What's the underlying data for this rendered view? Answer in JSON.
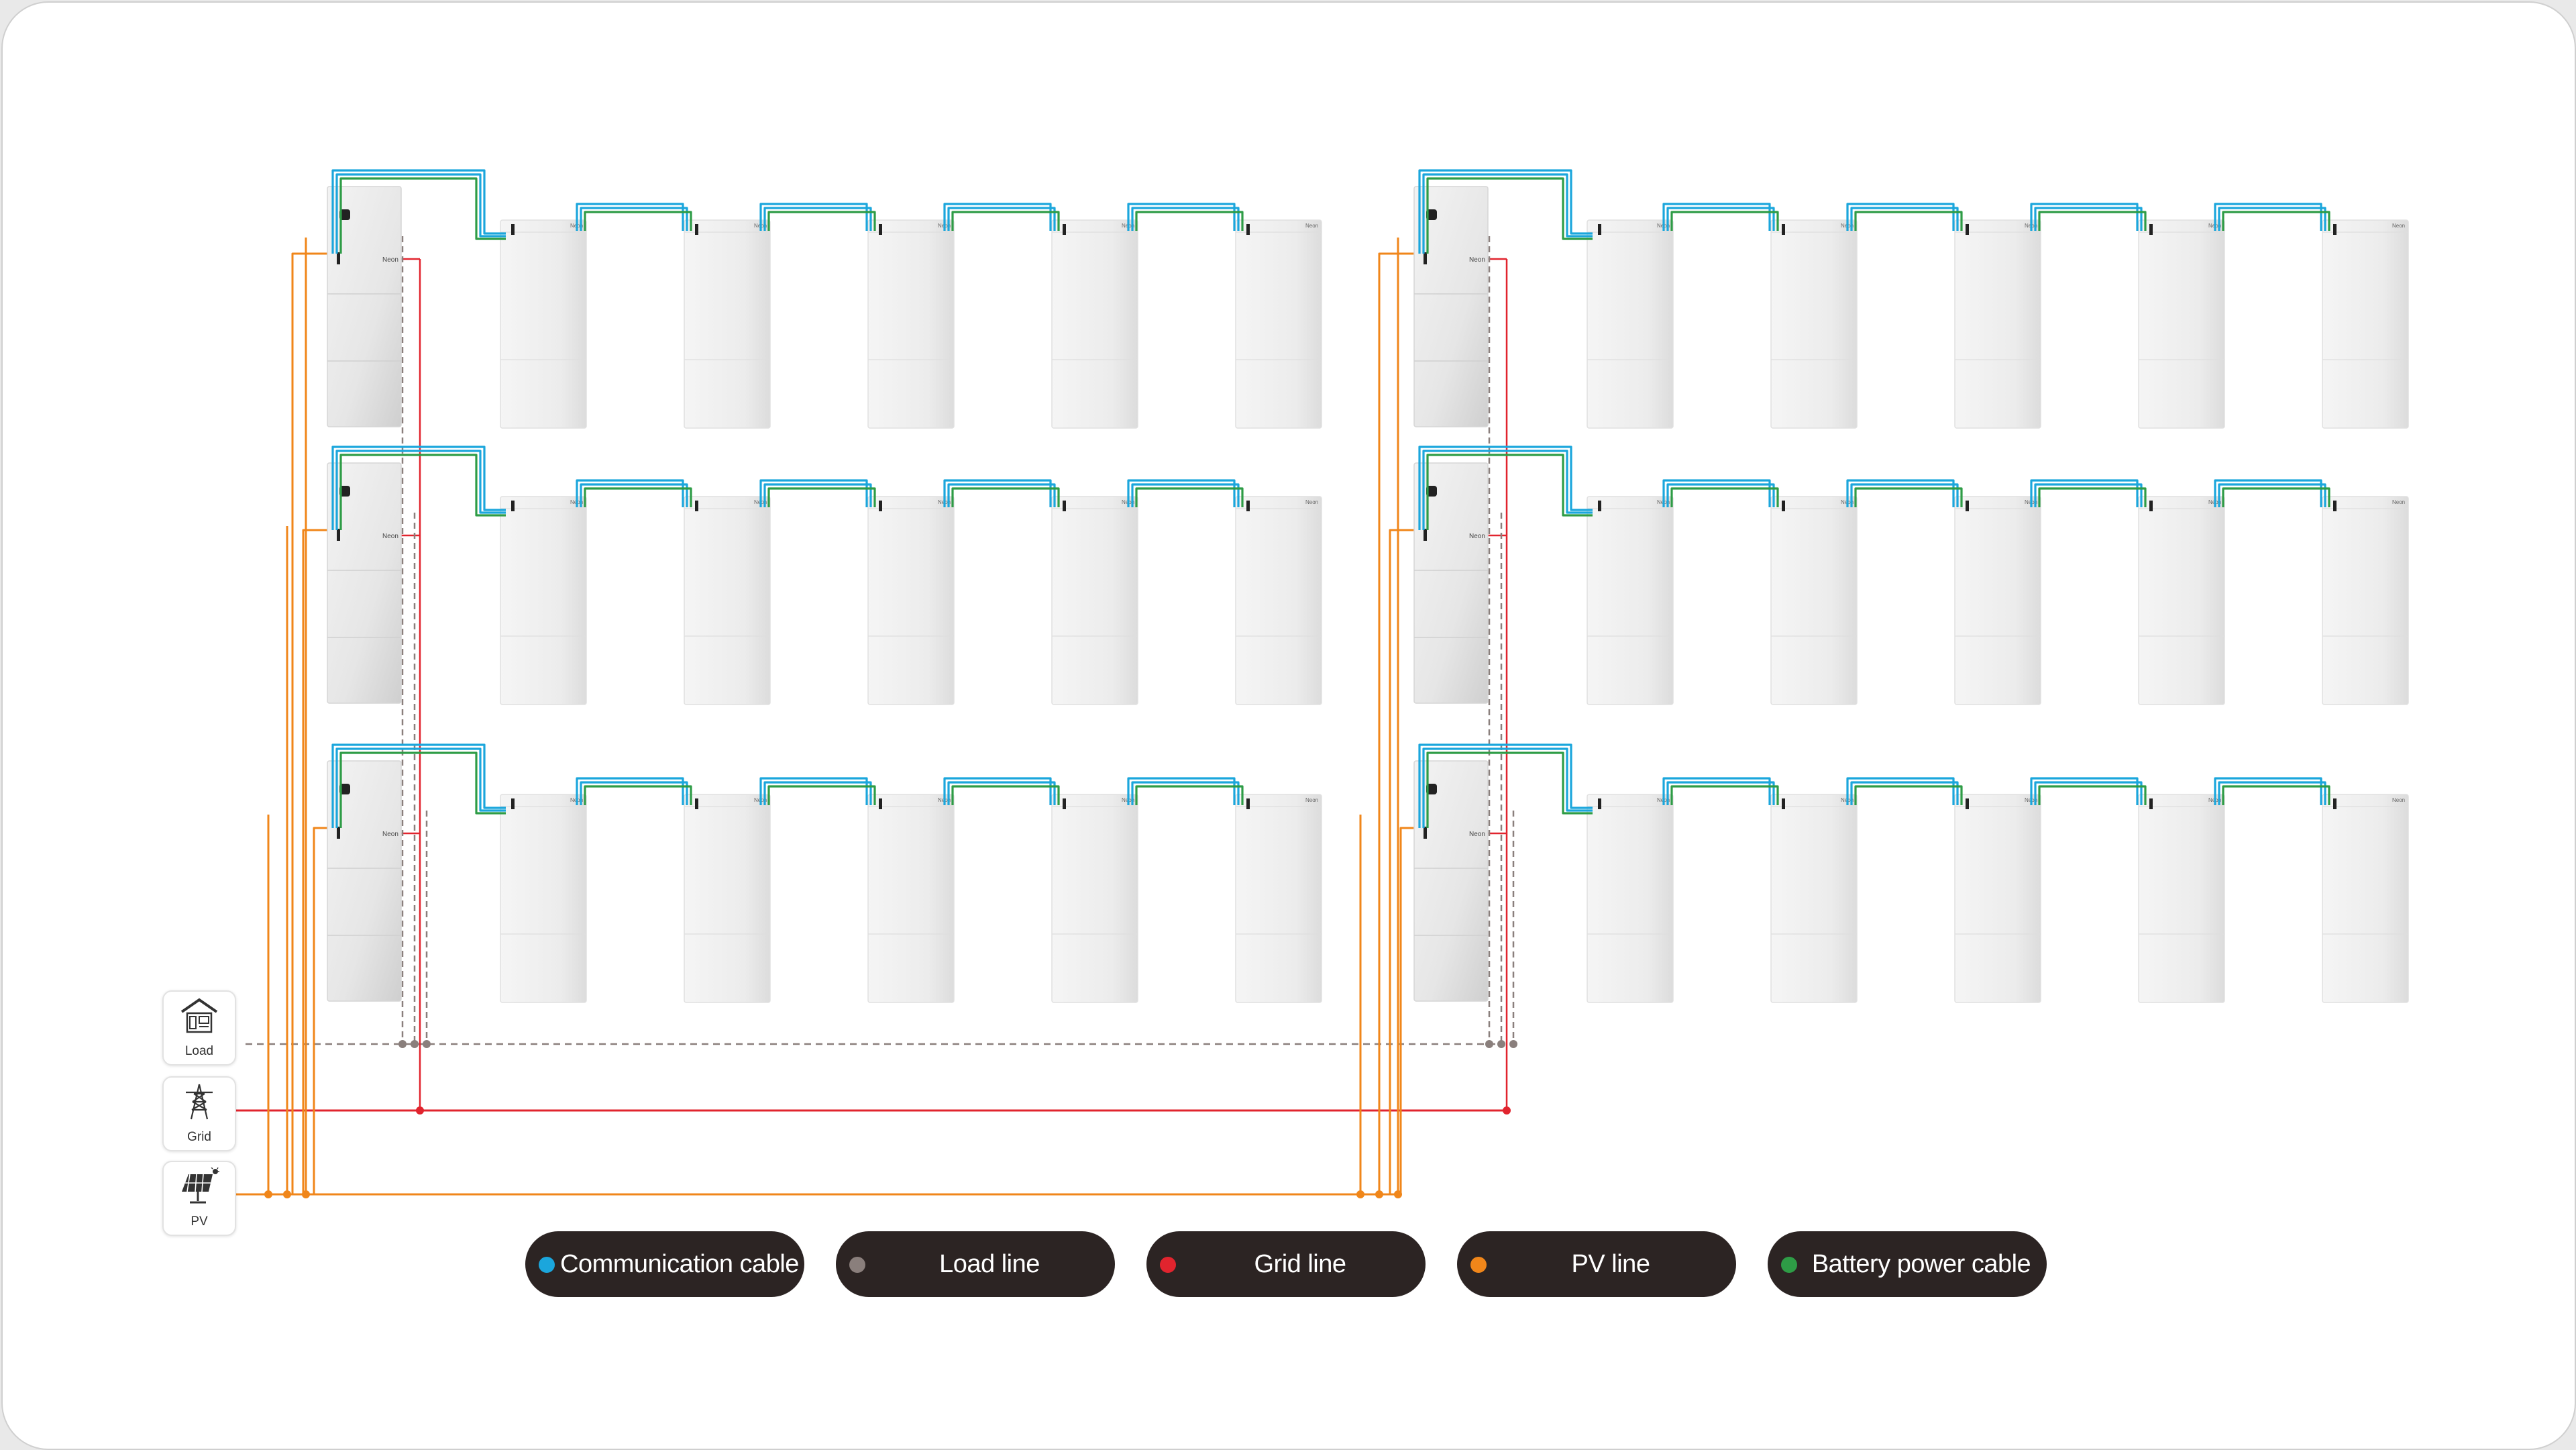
{
  "brand": "Neon",
  "colors": {
    "communication": "#1ba6dc",
    "battery_power": "#2e9c46",
    "load": "#8a7f7c",
    "grid": "#e1242e",
    "pv": "#f0861a"
  },
  "sources": [
    {
      "id": "load",
      "label": "Load",
      "icon": "house-load-icon"
    },
    {
      "id": "grid",
      "label": "Grid",
      "icon": "power-tower-icon"
    },
    {
      "id": "pv",
      "label": "PV",
      "icon": "solar-panel-icon"
    }
  ],
  "legend": [
    {
      "label": "Communication cable",
      "color": "#1ba6dc"
    },
    {
      "label": "Load line",
      "color": "#8a7f7c"
    },
    {
      "label": "Grid line",
      "color": "#e1242e"
    },
    {
      "label": "PV line",
      "color": "#f0861a"
    },
    {
      "label": "Battery power cable",
      "color": "#2e9c46"
    }
  ],
  "systems": [
    {
      "id": "system-1",
      "rows": 3,
      "inverter_units_per_row": 1,
      "battery_units_per_row": 5
    },
    {
      "id": "system-2",
      "rows": 3,
      "inverter_units_per_row": 1,
      "battery_units_per_row": 5
    }
  ]
}
